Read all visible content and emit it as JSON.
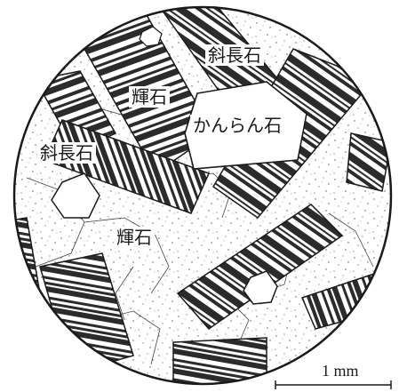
{
  "labels": {
    "plagioclase_1": "斜長石",
    "pyroxene_1": "輝石",
    "olivine": "かんらん石",
    "plagioclase_2": "斜長石",
    "pyroxene_2": "輝石"
  },
  "scale_label": "1 mm",
  "colors": {
    "ink": "#1a1a1a",
    "matrix": "#ffffff",
    "band_dark": "#2b2b2b",
    "band_light": "#ffffff"
  }
}
